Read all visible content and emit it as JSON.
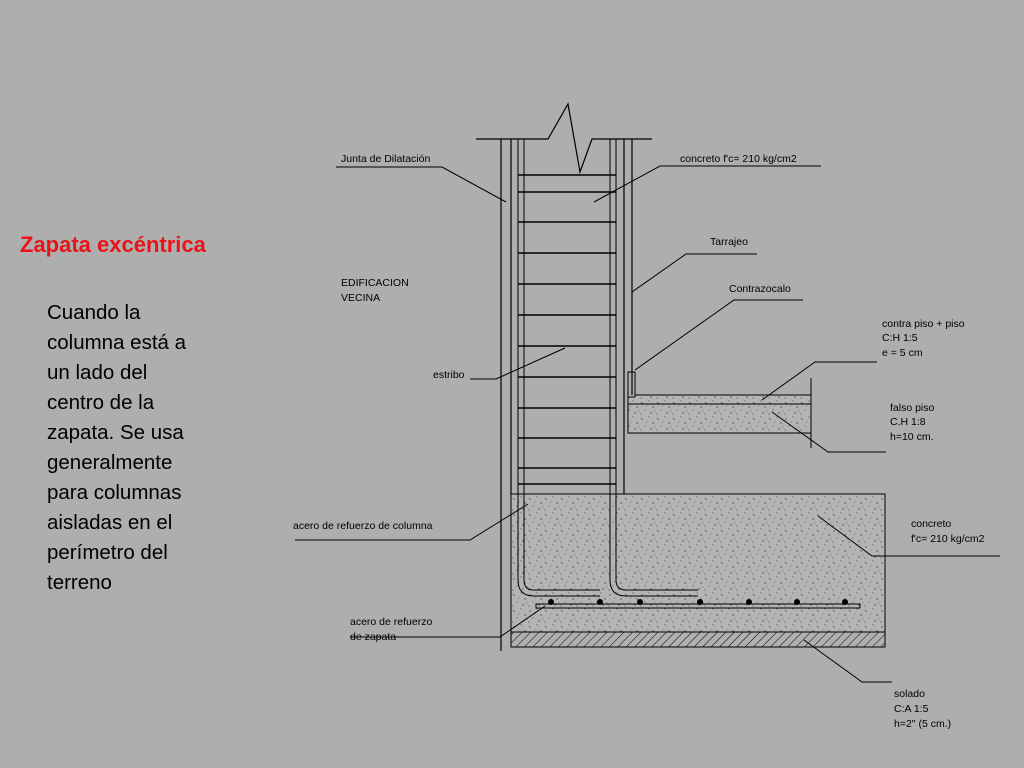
{
  "slide": {
    "title": "Zapata excéntrica",
    "body_lines": [
      "Cuando la",
      "columna está a",
      "un lado del",
      "centro de la",
      "zapata. Se usa",
      "generalmente",
      "para columnas",
      "aisladas en el",
      "perímetro del",
      "terreno"
    ]
  },
  "drawing": {
    "labels": {
      "junta": "Junta de Dilatación",
      "concreto_col": "concreto f'c= 210 kg/cm2",
      "tarrajeo": "Tarrajeo",
      "edificacion_1": "EDIFICACION",
      "edificacion_2": "VECINA",
      "contrazocalo": "Contrazocalo",
      "contrapiso_1": "contra piso + piso",
      "contrapiso_2": "C:H   1:5",
      "contrapiso_3": "e = 5 cm",
      "estribo": "estribo",
      "falsopiso_1": "falso piso",
      "falsopiso_2": "C.H 1:8",
      "falsopiso_3": "h=10 cm.",
      "acero_col": "acero de refuerzo de columna",
      "concreto_zap_1": "concreto",
      "concreto_zap_2": "f'c= 210 kg/cm2",
      "acero_zap_1": "acero de refuerzo",
      "acero_zap_2": "de zapata",
      "solado_1": "solado",
      "solado_2": "C:A 1:5",
      "solado_3": "h=2\" (5 cm.)"
    }
  }
}
